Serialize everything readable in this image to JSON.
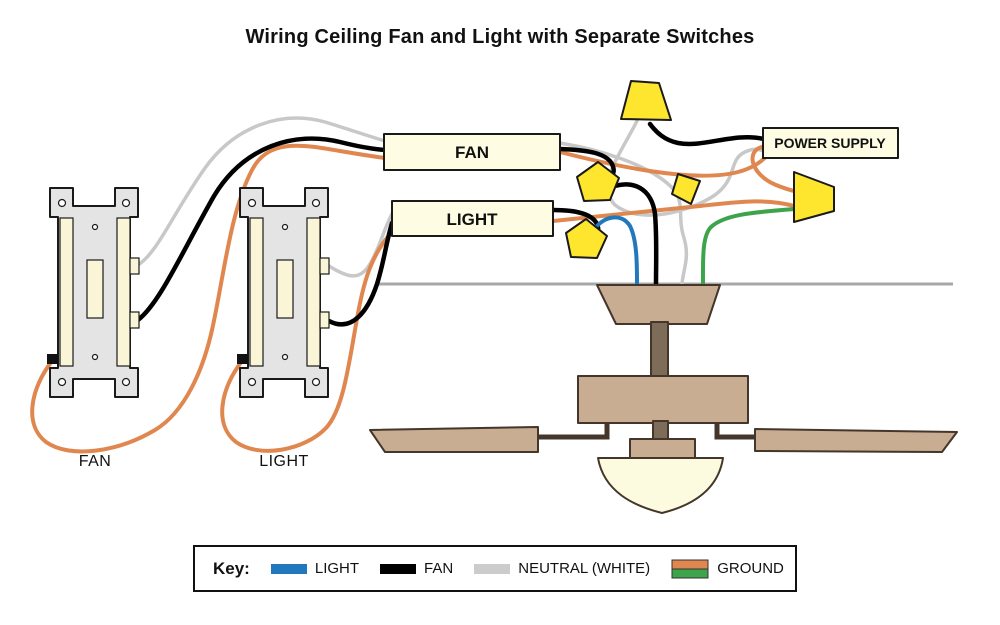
{
  "title": "Wiring Ceiling Fan and Light with Separate Switches",
  "boxes": {
    "fan": "FAN",
    "light": "LIGHT",
    "power_supply": "POWER SUPPLY"
  },
  "switches": {
    "fan_label": "FAN",
    "light_label": "LIGHT"
  },
  "key": {
    "label": "Key:",
    "items": [
      {
        "label": "LIGHT",
        "color": "#2178bd"
      },
      {
        "label": "FAN",
        "color": "#000000"
      },
      {
        "label": "NEUTRAL (WHITE)",
        "color": "#cccccc"
      },
      {
        "label": "GROUND",
        "colors": [
          "#e0874f",
          "#3ea44b"
        ]
      }
    ]
  },
  "palette": {
    "light_wire": "#2178bd",
    "fan_wire": "#000000",
    "neutral_wire": "#c8c8c8",
    "ground_copper": "#e0874f",
    "ground_green": "#3ea44b",
    "wire_nut": "#ffe62e",
    "box_fill": "#fefce3",
    "switch_body": "#e4e4e4",
    "switch_accent": "#fbf5d8",
    "fan_body": "#c9ad92",
    "fan_rod": "#7d6c58",
    "glass": "#fdfbdf",
    "ceiling_line": "#a8a8a8"
  }
}
